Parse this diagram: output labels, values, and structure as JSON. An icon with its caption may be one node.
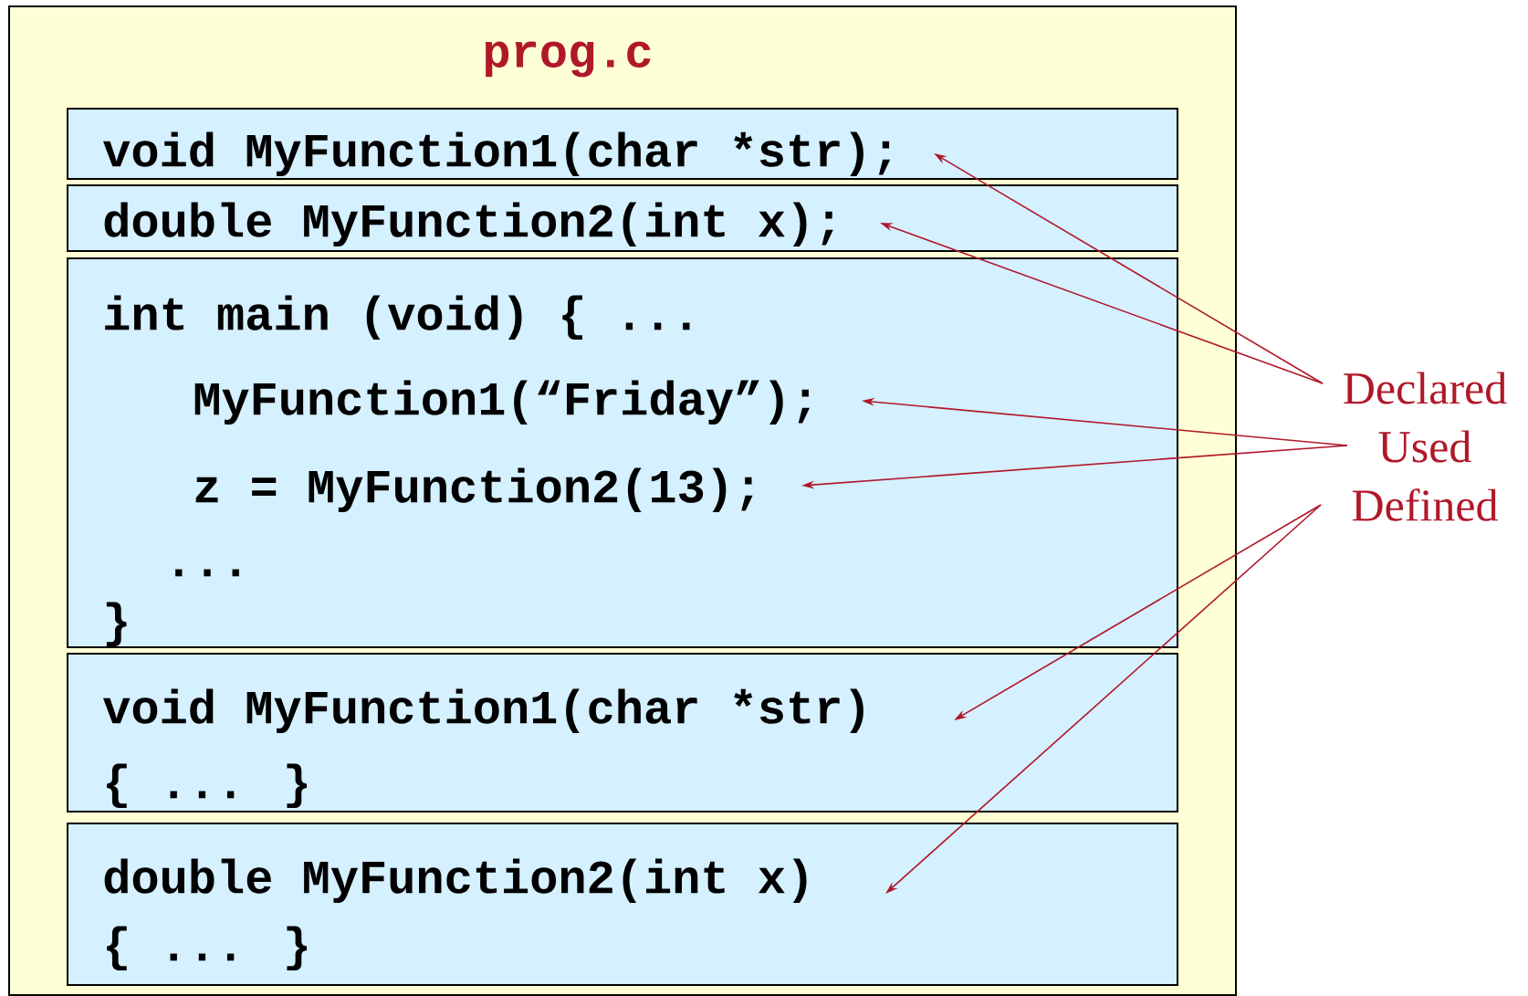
{
  "diagram": {
    "nodes": [
      {
        "text": [
          "prog.c"
        ]
      },
      {
        "text": [
          "void MyFunction1(char *str);"
        ],
        "in": 0
      },
      {
        "text": [
          "double MyFunction2(int x);"
        ],
        "in": 0
      },
      {
        "text": [
          "int main (void) { ...",
          "MyFunction1(“Friday”);",
          "z = MyFunction2(13);",
          "...",
          "}"
        ],
        "in": 0
      },
      {
        "text": [
          "void MyFunction1(char *str)",
          "{ ... }"
        ],
        "in": 0
      },
      {
        "text": [
          "double MyFunction2(int x)",
          "{ ... }"
        ],
        "in": 0
      },
      {
        "text": [
          "Declared"
        ]
      },
      {
        "text": [
          "Used"
        ]
      },
      {
        "text": [
          "Defined"
        ]
      }
    ],
    "edges": [
      {
        "from": 6,
        "to": 1,
        "arrow": "to"
      },
      {
        "from": 6,
        "to": 2,
        "arrow": "to"
      },
      {
        "from": 7,
        "to": 3,
        "arrow": "to"
      },
      {
        "from": 7,
        "to": 3,
        "arrow": "to"
      },
      {
        "from": 8,
        "to": 4,
        "arrow": "to"
      },
      {
        "from": 8,
        "to": 5,
        "arrow": "to"
      }
    ]
  }
}
